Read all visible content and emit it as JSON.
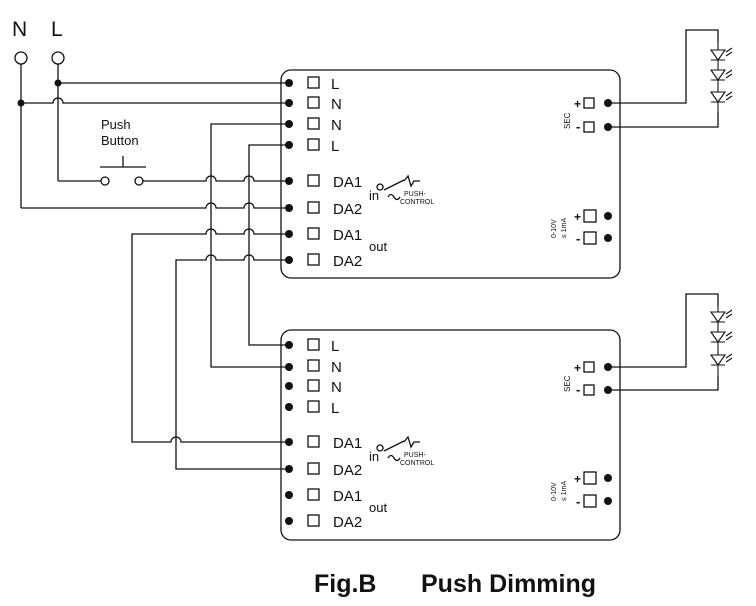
{
  "mains": {
    "n": "N",
    "l": "L"
  },
  "push_button": {
    "line1": "Push",
    "line2": "Button"
  },
  "driver1": {
    "term_l1": "L",
    "term_n1": "N",
    "term_n2": "N",
    "term_l2": "L",
    "da1_in": "DA1",
    "da2_in": "DA2",
    "da1_out": "DA1",
    "da2_out": "DA2",
    "in_label": "in",
    "out_label": "out",
    "push_control_1": "PUSH-",
    "push_control_2": "CONTROL",
    "sec": "SEC",
    "plus": "+",
    "minus": "-",
    "dim_1": "0-10V",
    "dim_2": "≤ 1mA"
  },
  "driver2": {
    "term_l1": "L",
    "term_n1": "N",
    "term_n2": "N",
    "term_l2": "L",
    "da1_in": "DA1",
    "da2_in": "DA2",
    "da1_out": "DA1",
    "da2_out": "DA2",
    "in_label": "in",
    "out_label": "out",
    "push_control_1": "PUSH-",
    "push_control_2": "CONTROL",
    "sec": "SEC",
    "plus": "+",
    "minus": "-",
    "dim_1": "0-10V",
    "dim_2": "≤ 1mA"
  },
  "caption": {
    "fig": "Fig.B",
    "title": "Push Dimming"
  }
}
